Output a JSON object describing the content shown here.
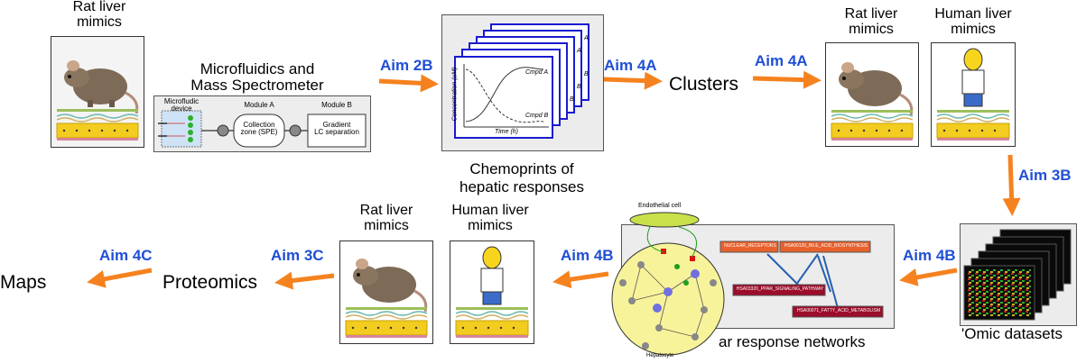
{
  "labels": {
    "rat_mimics_top_left": "Rat liver\nmimics",
    "microfluidics_title": "Microfluidics and\nMass Spectrometer",
    "chemoprints_caption": "Chemoprints of\nhepatic responses",
    "clusters": "Clusters",
    "rat_mimics_top_right": "Rat liver\nmimics",
    "human_mimics_top_right": "Human liver\nmimics",
    "omic_caption": "'Omic datasets",
    "networks_caption": "ar response networks",
    "human_mimics_bottom": "Human liver\nmimics",
    "rat_mimics_bottom": "Rat liver\nmimics",
    "proteomics": "Proteomics",
    "maps": "Maps"
  },
  "aims": {
    "aim_2b": "Aim 2B",
    "aim_4a_left": "Aim 4A",
    "aim_4a_right": "Aim 4A",
    "aim_3b": "Aim 3B",
    "aim_4b_right": "Aim 4B",
    "aim_4b_left": "Aim 4B",
    "aim_3c": "Aim 3C",
    "aim_4c": "Aim 4C"
  },
  "microfluidics_box": {
    "device_label": "Microfludic\ndevice",
    "module_a": "Module A",
    "module_b": "Module B",
    "collection": "Collection\nzone (SPE)",
    "gradient": "Gradient\nLC separation"
  },
  "chemoprint_plot": {
    "ylabel": "Concentration (uM)",
    "xlabel": "Time (h)",
    "cmpd_a": "Cmpd A",
    "cmpd_b": "Cmpd B",
    "stack_letters": [
      "A",
      "A",
      "B",
      "B",
      "B"
    ]
  },
  "network": {
    "endothelial": "Endothelial cell",
    "hepatocyte": "Hepatocyte",
    "nodes": [
      "NUCLEAR_RECEPTORS",
      "HSA00120_BILE_ACID_BIOSYNTHESIS",
      "HSA03320_PPAR_SIGNALING_PATHWAY",
      "HSA00071_FATTY_ACID_METABOLISM"
    ]
  },
  "colors": {
    "aim_blue": "#1f4fd6",
    "arrow_orange": "#f5821f",
    "panel_gray": "#ececec",
    "plot_blue": "#1a1ad0",
    "node_red": "#9b0d2a",
    "node_orange": "#e8612c"
  }
}
